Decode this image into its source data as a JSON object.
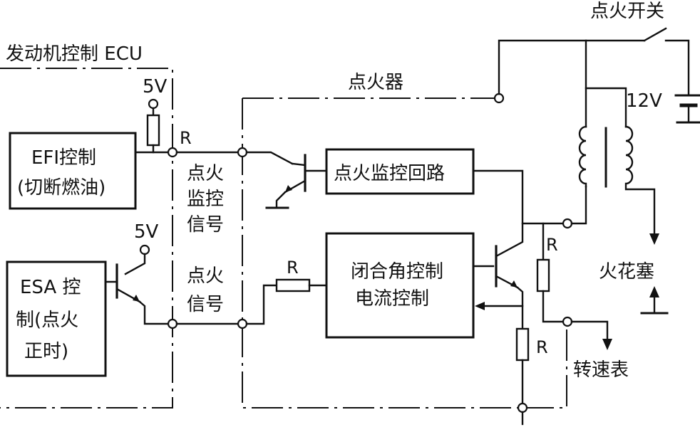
{
  "ecu_label": "发动机控制 ECU",
  "igniter_label": "点火器",
  "ignition_switch_label": "点火开关",
  "battery_label": "12V",
  "efi_box": {
    "line1": "EFI控制",
    "line2": "(切断燃油)"
  },
  "esa_box": {
    "line1": "ESA 控",
    "line2": "制(点火",
    "line3": "正时)"
  },
  "monitor_box_label": "点火监控回路",
  "dwell_box": {
    "line1": "闭合角控制",
    "line2": "电流控制"
  },
  "supply_top": "5V",
  "supply_bottom": "5V",
  "resistor_label": "R",
  "ign_monitor_signal": [
    "点火",
    "监控",
    "信号"
  ],
  "ign_signal": [
    "点火",
    "信号"
  ],
  "spark_plug_label": "火花塞",
  "tachometer_label": "转速表"
}
